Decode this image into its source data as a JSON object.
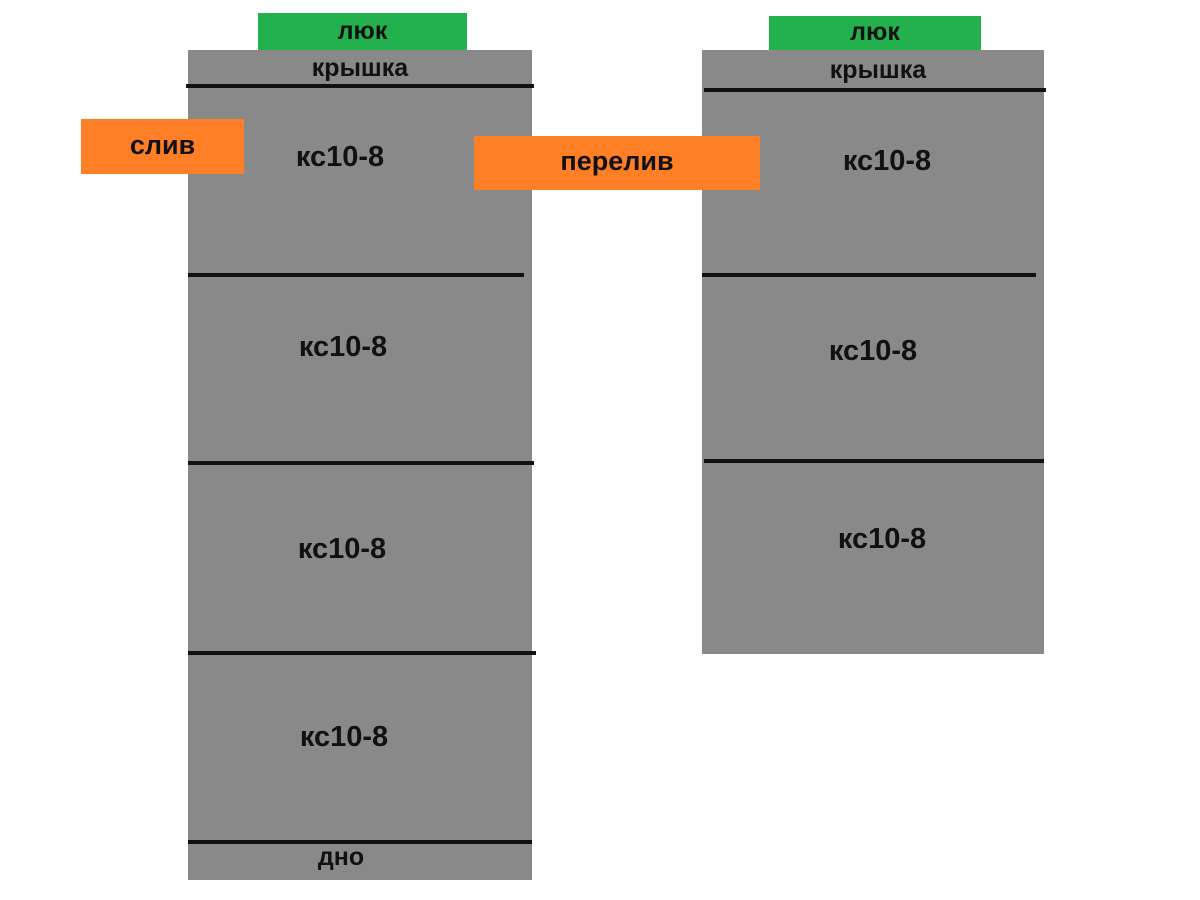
{
  "left_well": {
    "hatch": "люк",
    "cover": "крышка",
    "rings": [
      "кс10-8",
      "кс10-8",
      "кс10-8",
      "кс10-8"
    ],
    "bottom": "дно"
  },
  "right_well": {
    "hatch": "люк",
    "cover": "крышка",
    "rings": [
      "кс10-8",
      "кс10-8",
      "кс10-8"
    ]
  },
  "pipes": {
    "drain": "слив",
    "overflow": "перелив"
  },
  "colors": {
    "concrete": "#898989",
    "hatch": "#22b14c",
    "pipe": "#ff7f27",
    "separator": "#111111"
  }
}
